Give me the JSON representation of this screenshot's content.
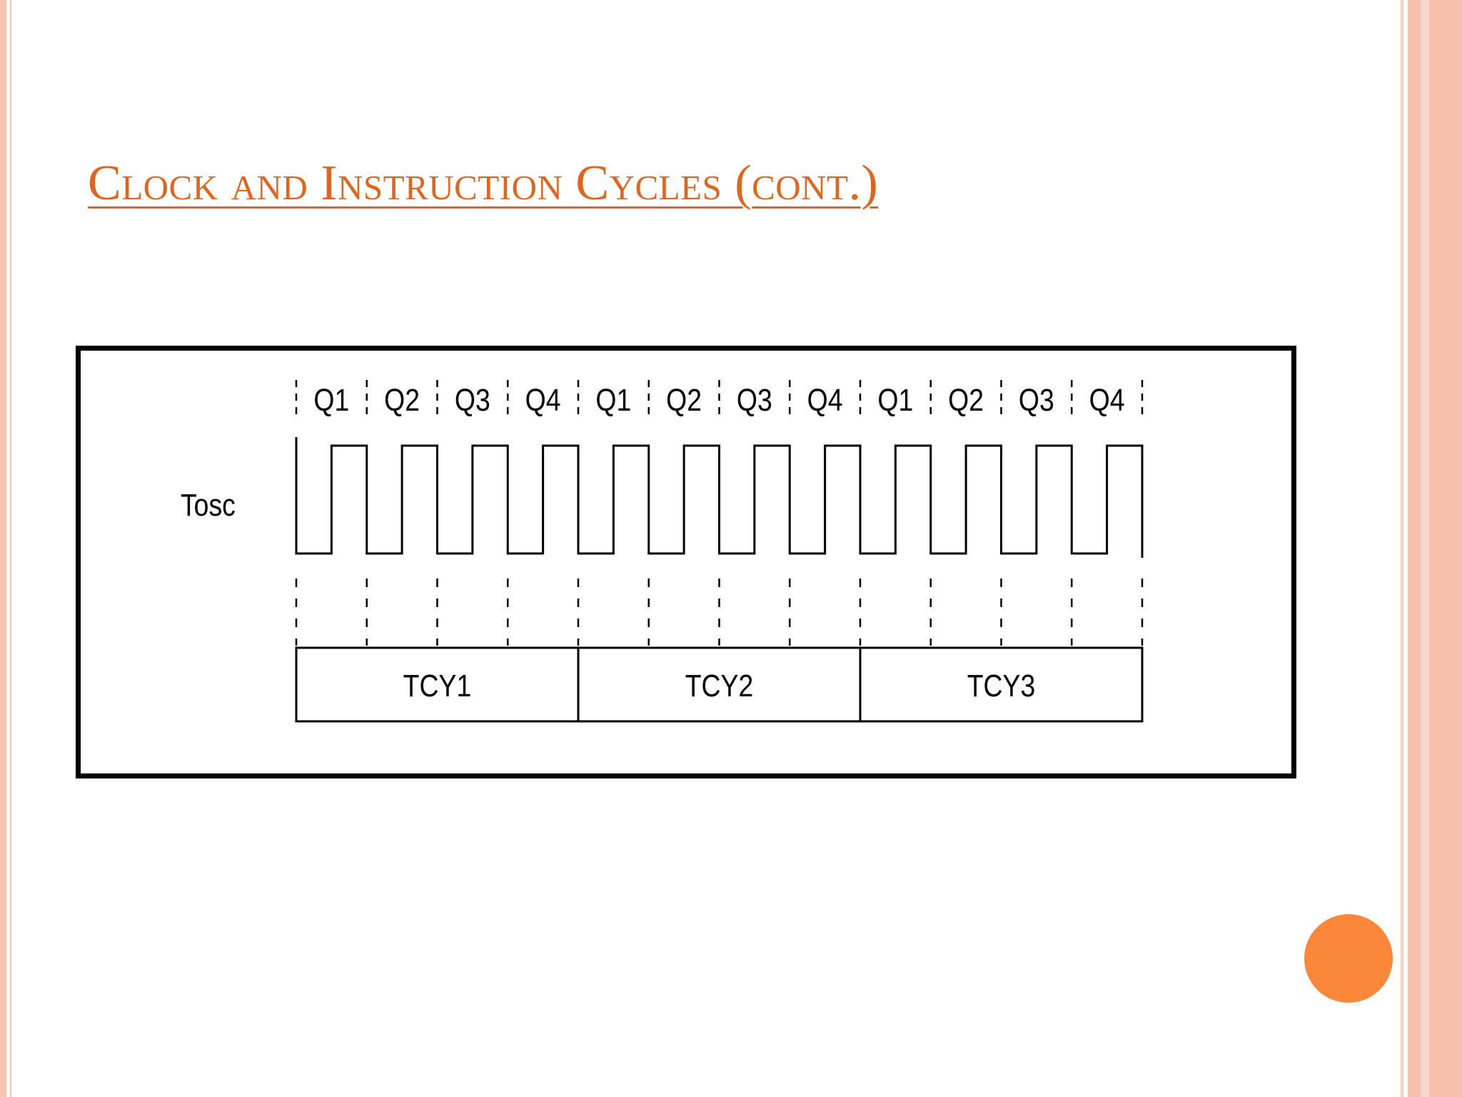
{
  "slide": {
    "title": "Clock and Instruction Cycles (cont.)",
    "accent_color": "#e0661e",
    "dot_color": "#fb873a"
  },
  "diagram": {
    "signal_label": "Tosc",
    "quarter_labels": [
      "Q1",
      "Q2",
      "Q3",
      "Q4",
      "Q1",
      "Q2",
      "Q3",
      "Q4",
      "Q1",
      "Q2",
      "Q3",
      "Q4"
    ],
    "cycle_labels": [
      "TCY1",
      "TCY2",
      "TCY3"
    ]
  }
}
